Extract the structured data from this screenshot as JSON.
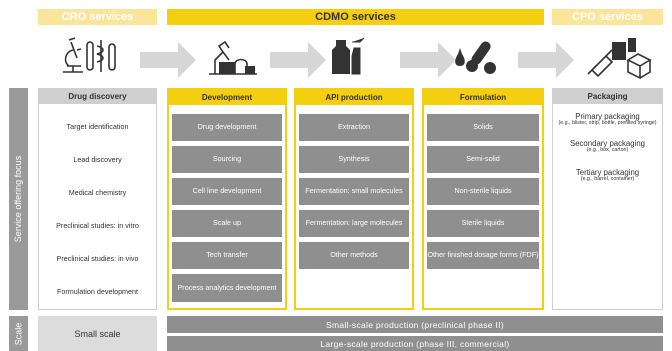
{
  "headers": {
    "cro": "CRO services",
    "cdmo": "CDMO services",
    "cpo": "CPO services"
  },
  "icons": [
    "microscope-test-tubes-icon",
    "lab-flask-icon",
    "bottle-spray-icon",
    "pills-drop-icon",
    "syringe-package-icon"
  ],
  "side_labels": {
    "service": "Service offering focus",
    "scale": "Scale"
  },
  "columns": {
    "drug_discovery": {
      "title": "Drug discovery",
      "items": [
        "Target identification",
        "Lead discovery",
        "Medical chemistry",
        "Preclinical studies: in vitro",
        "Preclinical studies: in vivo",
        "Formulation development"
      ]
    },
    "development": {
      "title": "Development",
      "items": [
        "Drug development",
        "Sourcing",
        "Cell line development",
        "Scale up",
        "Tech transfer",
        "Process analytics development"
      ]
    },
    "api": {
      "title": "API production",
      "items": [
        "Extraction",
        "Synthesis",
        "Fermentation: small molecules",
        "Fermentation: large molecules",
        "Other methods"
      ]
    },
    "formulation": {
      "title": "Formulation",
      "items": [
        "Solids",
        "Semi-solid",
        "Non-sterile liquids",
        "Sterile liquids",
        "Other finished dosage forms (FDF)"
      ]
    },
    "packaging": {
      "title": "Packaging",
      "items": [
        {
          "title": "Primary packaging",
          "example": "(e.g., blister, strip, bottle, prefilled syringe)"
        },
        {
          "title": "Secondary packaging",
          "example": "(e.g., box, carton)"
        },
        {
          "title": "Tertiary packaging",
          "example": "(e.g., barrel, container)"
        }
      ]
    }
  },
  "scale": {
    "small": "Small scale",
    "small_production": "Small-scale production (preclinical phase II)",
    "large_production": "Large-scale production (phase III, commercial)"
  },
  "colors": {
    "yellow": "#f4cf0f",
    "light_yellow": "#fbe59a",
    "grey": "#8f8f8f",
    "light_grey": "#cfcfcf"
  }
}
